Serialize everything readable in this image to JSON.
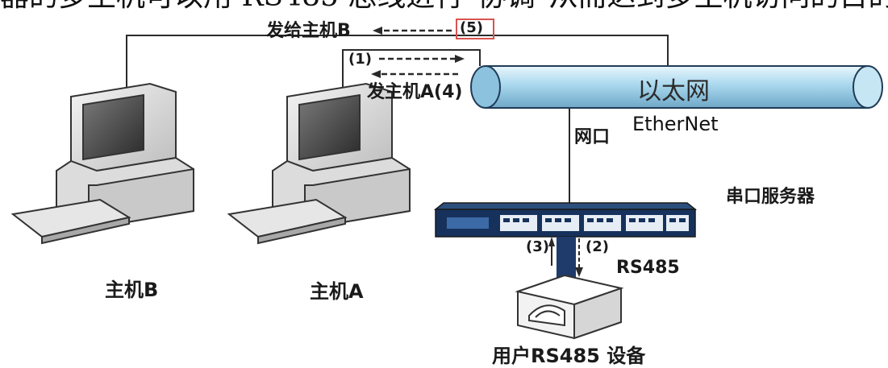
{
  "header_text": "器的多主机可以用 RS485 总线进行\"协调\"从而达到多主机访问的目的。",
  "labels": {
    "send_to_b": "发给主机B",
    "step5": "(5)",
    "step1": "(1)",
    "send_to_a": "发主机A(4)",
    "ethernet_cn": "以太网",
    "ethernet_en": "EtherNet",
    "network_port": "网口",
    "serial_server": "串口服务器",
    "step3": "(3)",
    "step2": "(2)",
    "rs485": "RS485",
    "host_b": "主机B",
    "host_a": "主机A",
    "user_device": "用户RS485 设备"
  },
  "colors": {
    "line": "#2a2a2a",
    "ethernet_fill": "#a9d8ee",
    "ethernet_stroke": "#1f3b57",
    "server_body": "#16325c",
    "server_ports": "#e6edf5",
    "step5_box": "#d9534f"
  }
}
